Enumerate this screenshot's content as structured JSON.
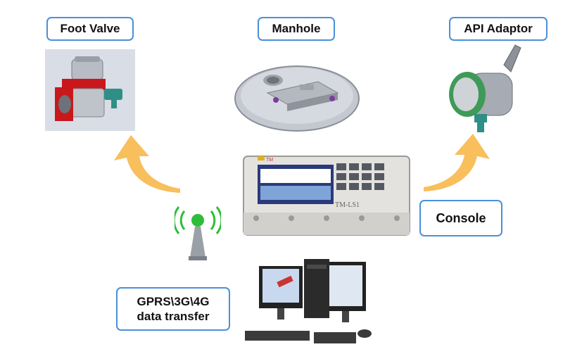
{
  "labels": {
    "foot_valve": "Foot Valve",
    "manhole": "Manhole",
    "api_adaptor": "API Adaptor",
    "console": "Console",
    "gprs_line1": "GPRS\\3G\\4G",
    "gprs_line2": "data transfer"
  },
  "device": {
    "model_text": "TM-LS1",
    "brand_text": "TM"
  },
  "colors": {
    "label_border": "#4a90d9",
    "arrow": "#f7b84a",
    "antenna_signal": "#2ebd3a"
  }
}
